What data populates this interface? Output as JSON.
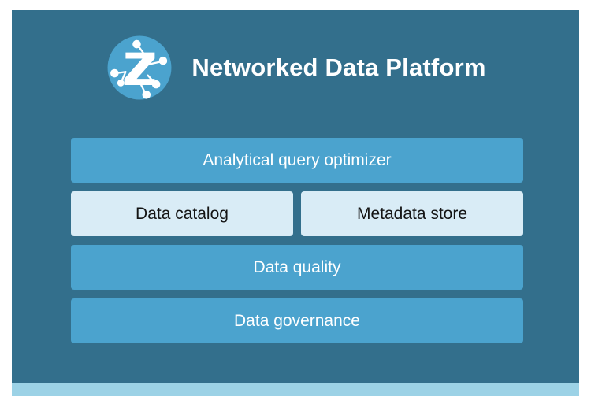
{
  "slide": {
    "background_color": "#ffffff",
    "panel_color": "#336f8c",
    "footer_strip_color": "#9cd2e6",
    "accent_color": "#4ba3ce",
    "light_block_color": "#d9ecf6"
  },
  "header": {
    "title": "Networked Data Platform",
    "logo_icon": "networked-z-logo-icon",
    "logo_circle_color": "#4ba3ce",
    "logo_mark_color": "#ffffff"
  },
  "stack": {
    "rows": [
      {
        "type": "full",
        "items": [
          {
            "label": "Analytical query optimizer",
            "style": "primary"
          }
        ]
      },
      {
        "type": "split",
        "items": [
          {
            "label": "Data catalog",
            "style": "light"
          },
          {
            "label": "Metadata store",
            "style": "light"
          }
        ]
      },
      {
        "type": "full",
        "items": [
          {
            "label": "Data quality",
            "style": "primary"
          }
        ]
      },
      {
        "type": "full",
        "items": [
          {
            "label": "Data governance",
            "style": "primary"
          }
        ]
      }
    ]
  }
}
